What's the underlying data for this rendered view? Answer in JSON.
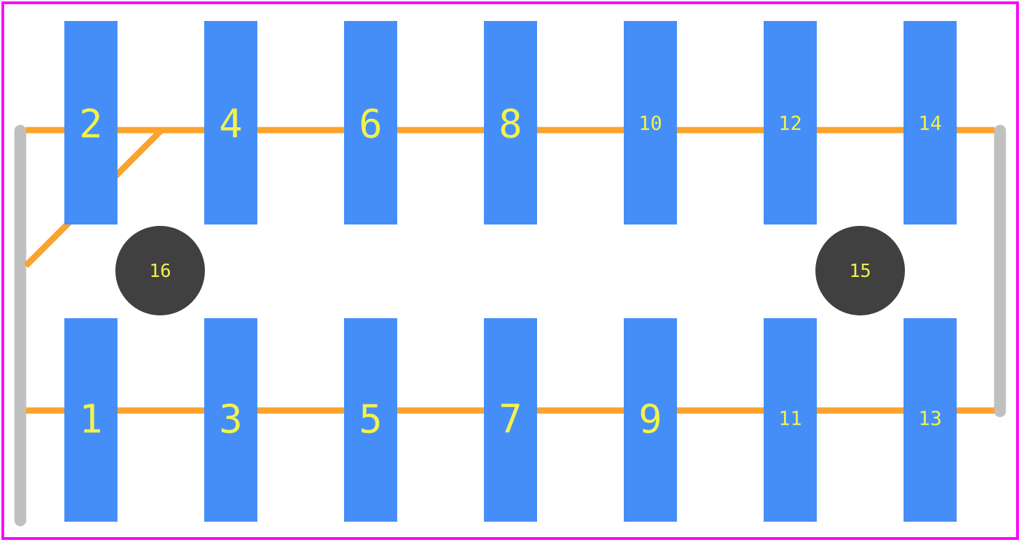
{
  "colors": {
    "background": "#ffffff",
    "board_outline": "#ff00ff",
    "pad": "#468ef7",
    "silkscreen": "#fca32b",
    "courtyard": "#c0c0c0",
    "hole": "#404040",
    "label": "#f2f24d"
  },
  "pads": [
    {
      "number": "2",
      "row": "top",
      "column": 1
    },
    {
      "number": "4",
      "row": "top",
      "column": 2
    },
    {
      "number": "6",
      "row": "top",
      "column": 3
    },
    {
      "number": "8",
      "row": "top",
      "column": 4
    },
    {
      "number": "10",
      "row": "top",
      "column": 5
    },
    {
      "number": "12",
      "row": "top",
      "column": 6
    },
    {
      "number": "14",
      "row": "top",
      "column": 7
    },
    {
      "number": "1",
      "row": "bottom",
      "column": 1
    },
    {
      "number": "3",
      "row": "bottom",
      "column": 2
    },
    {
      "number": "5",
      "row": "bottom",
      "column": 3
    },
    {
      "number": "7",
      "row": "bottom",
      "column": 4
    },
    {
      "number": "9",
      "row": "bottom",
      "column": 5
    },
    {
      "number": "11",
      "row": "bottom",
      "column": 6
    },
    {
      "number": "13",
      "row": "bottom",
      "column": 7
    }
  ],
  "holes": [
    {
      "number": "16",
      "side": "left"
    },
    {
      "number": "15",
      "side": "right"
    }
  ]
}
